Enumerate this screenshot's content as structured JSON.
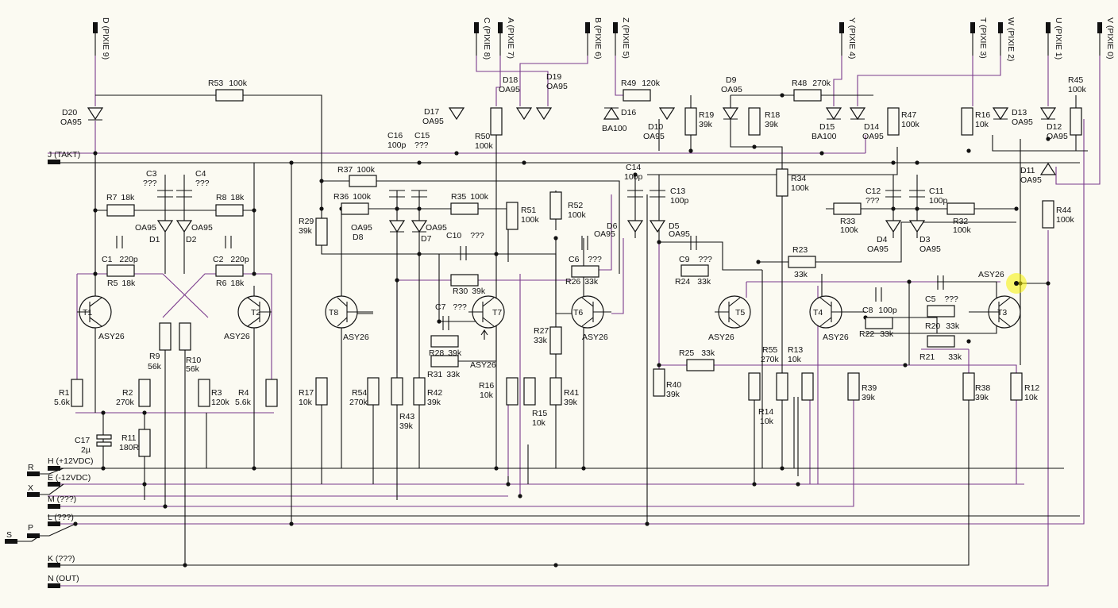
{
  "top_pins": [
    {
      "id": "pin-d",
      "label": "D (PIXIE 9)"
    },
    {
      "id": "pin-c",
      "label": "C (PIXIE 8)"
    },
    {
      "id": "pin-a",
      "label": "A (PIXIE 7)"
    },
    {
      "id": "pin-b",
      "label": "B (PIXIE 6)"
    },
    {
      "id": "pin-z",
      "label": "Z (PIXIE 5)"
    },
    {
      "id": "pin-y",
      "label": "Y (PIXIE 4)"
    },
    {
      "id": "pin-t",
      "label": "T (PIXIE 3)"
    },
    {
      "id": "pin-w",
      "label": "W (PIXIE 2)"
    },
    {
      "id": "pin-u",
      "label": "U (PIXIE 1)"
    },
    {
      "id": "pin-v",
      "label": "V (PIXIE 0)"
    }
  ],
  "left_pins": [
    {
      "id": "pin-j",
      "label": "J (TAKT)"
    },
    {
      "id": "pin-r",
      "label": "R"
    },
    {
      "id": "pin-h",
      "label": "H (+12VDC)"
    },
    {
      "id": "pin-x",
      "label": "X"
    },
    {
      "id": "pin-e",
      "label": "E (-12VDC)"
    },
    {
      "id": "pin-m",
      "label": "M (???)"
    },
    {
      "id": "pin-l",
      "label": "L (???)"
    },
    {
      "id": "pin-p",
      "label": "P"
    },
    {
      "id": "pin-s",
      "label": "S"
    },
    {
      "id": "pin-k",
      "label": "K (???)"
    },
    {
      "id": "pin-n",
      "label": "N (OUT)"
    }
  ],
  "resistors": [
    {
      "id": "R53",
      "name": "R53",
      "value": "100k"
    },
    {
      "id": "R7",
      "name": "R7",
      "value": "18k"
    },
    {
      "id": "R8",
      "name": "R8",
      "value": "18k"
    },
    {
      "id": "R5",
      "name": "R5",
      "value": "18k"
    },
    {
      "id": "R6",
      "name": "R6",
      "value": "18k"
    },
    {
      "id": "R9",
      "name": "R9",
      "value": "56k"
    },
    {
      "id": "R10",
      "name": "R10",
      "value": "56k"
    },
    {
      "id": "R1",
      "name": "R1",
      "value": "5.6k"
    },
    {
      "id": "R2",
      "name": "R2",
      "value": "270k"
    },
    {
      "id": "R3",
      "name": "R3",
      "value": "120k"
    },
    {
      "id": "R4",
      "name": "R4",
      "value": "5.6k"
    },
    {
      "id": "R11",
      "name": "R11",
      "value": "180R"
    },
    {
      "id": "R37",
      "name": "R37",
      "value": "100k"
    },
    {
      "id": "R36",
      "name": "R36",
      "value": "100k"
    },
    {
      "id": "R35",
      "name": "R35",
      "value": "100k"
    },
    {
      "id": "R29",
      "name": "R29",
      "value": "39k"
    },
    {
      "id": "R50",
      "name": "R50",
      "value": "100k"
    },
    {
      "id": "R51",
      "name": "R51",
      "value": "100k"
    },
    {
      "id": "R52",
      "name": "R52",
      "value": "100k"
    },
    {
      "id": "R30",
      "name": "R30",
      "value": "39k"
    },
    {
      "id": "R26",
      "name": "R26",
      "value": "33k"
    },
    {
      "id": "R28",
      "name": "R28",
      "value": "39k"
    },
    {
      "id": "R31",
      "name": "R31",
      "value": "33k"
    },
    {
      "id": "R27",
      "name": "R27",
      "value": "33k"
    },
    {
      "id": "R17",
      "name": "R17",
      "value": "10k"
    },
    {
      "id": "R54",
      "name": "R54",
      "value": "270k"
    },
    {
      "id": "R43",
      "name": "R43",
      "value": "39k"
    },
    {
      "id": "R42",
      "name": "R42",
      "value": "39k"
    },
    {
      "id": "R16b",
      "name": "R16",
      "value": "10k"
    },
    {
      "id": "R15",
      "name": "R15",
      "value": "10k"
    },
    {
      "id": "R41",
      "name": "R41",
      "value": "39k"
    },
    {
      "id": "R49",
      "name": "R49",
      "value": "120k"
    },
    {
      "id": "R19",
      "name": "R19",
      "value": "39k"
    },
    {
      "id": "R18",
      "name": "R18",
      "value": "39k"
    },
    {
      "id": "R48",
      "name": "R48",
      "value": "270k"
    },
    {
      "id": "R47",
      "name": "R47",
      "value": "100k"
    },
    {
      "id": "R16",
      "name": "R16",
      "value": "10k"
    },
    {
      "id": "R45",
      "name": "R45",
      "value": "100k"
    },
    {
      "id": "R34",
      "name": "R34",
      "value": "100k"
    },
    {
      "id": "R33",
      "name": "R33",
      "value": "100k"
    },
    {
      "id": "R32",
      "name": "R32",
      "value": "100k"
    },
    {
      "id": "R44",
      "name": "R44",
      "value": "100k"
    },
    {
      "id": "R23",
      "name": "R23",
      "value": "33k"
    },
    {
      "id": "R24",
      "name": "R24",
      "value": "33k"
    },
    {
      "id": "R22",
      "name": "R22",
      "value": "33k"
    },
    {
      "id": "R20",
      "name": "R20",
      "value": "33k"
    },
    {
      "id": "R21",
      "name": "R21",
      "value": "33k"
    },
    {
      "id": "R25",
      "name": "R25",
      "value": "33k"
    },
    {
      "id": "R40",
      "name": "R40",
      "value": "39k"
    },
    {
      "id": "R55",
      "name": "R55",
      "value": "270k"
    },
    {
      "id": "R13",
      "name": "R13",
      "value": "10k"
    },
    {
      "id": "R14",
      "name": "R14",
      "value": "10k"
    },
    {
      "id": "R39",
      "name": "R39",
      "value": "39k"
    },
    {
      "id": "R38",
      "name": "R38",
      "value": "39k"
    },
    {
      "id": "R12",
      "name": "R12",
      "value": "10k"
    }
  ],
  "capacitors": [
    {
      "id": "C3",
      "name": "C3",
      "value": "???"
    },
    {
      "id": "C4",
      "name": "C4",
      "value": "???"
    },
    {
      "id": "C1",
      "name": "C1",
      "value": "220p"
    },
    {
      "id": "C2",
      "name": "C2",
      "value": "220p"
    },
    {
      "id": "C17",
      "name": "C17",
      "value": "2µ"
    },
    {
      "id": "C16",
      "name": "C16",
      "value": "100p"
    },
    {
      "id": "C15",
      "name": "C15",
      "value": "???"
    },
    {
      "id": "C10",
      "name": "C10",
      "value": "???"
    },
    {
      "id": "C6",
      "name": "C6",
      "value": "???"
    },
    {
      "id": "C7",
      "name": "C7",
      "value": "???"
    },
    {
      "id": "C14",
      "name": "C14",
      "value": "100p"
    },
    {
      "id": "C13",
      "name": "C13",
      "value": "100p"
    },
    {
      "id": "C9",
      "name": "C9",
      "value": "???"
    },
    {
      "id": "C12",
      "name": "C12",
      "value": "???"
    },
    {
      "id": "C11",
      "name": "C11",
      "value": "100p"
    },
    {
      "id": "C8",
      "name": "C8",
      "value": "100p"
    },
    {
      "id": "C5",
      "name": "C5",
      "value": "???"
    }
  ],
  "diodes": [
    {
      "id": "D20",
      "name": "D20",
      "value": "OA95"
    },
    {
      "id": "D1",
      "name": "D1",
      "value": "OA95"
    },
    {
      "id": "D2",
      "name": "D2",
      "value": "OA95"
    },
    {
      "id": "D17",
      "name": "D17",
      "value": "OA95"
    },
    {
      "id": "D18",
      "name": "D18",
      "value": "OA95"
    },
    {
      "id": "D19",
      "name": "D19",
      "value": "OA95"
    },
    {
      "id": "D8",
      "name": "D8",
      "value": "OA95"
    },
    {
      "id": "D7",
      "name": "D7",
      "value": "OA95"
    },
    {
      "id": "D6",
      "name": "D6",
      "value": "OA95"
    },
    {
      "id": "D5",
      "name": "D5",
      "value": "OA95"
    },
    {
      "id": "D16",
      "name": "D16",
      "value": "BA100"
    },
    {
      "id": "D10",
      "name": "D10",
      "value": "OA95"
    },
    {
      "id": "D9",
      "name": "D9",
      "value": "OA95"
    },
    {
      "id": "D15",
      "name": "D15",
      "value": "BA100"
    },
    {
      "id": "D14",
      "name": "D14",
      "value": "OA95"
    },
    {
      "id": "D13",
      "name": "D13",
      "value": "OA95"
    },
    {
      "id": "D12",
      "name": "D12",
      "value": "OA95"
    },
    {
      "id": "D11",
      "name": "D11",
      "value": "OA95"
    },
    {
      "id": "D4",
      "name": "D4",
      "value": "OA95"
    },
    {
      "id": "D3",
      "name": "D3",
      "value": "OA95"
    }
  ],
  "transistors": [
    {
      "id": "T1",
      "name": "T1",
      "value": "ASY26"
    },
    {
      "id": "T2",
      "name": "T2",
      "value": "ASY26"
    },
    {
      "id": "T8",
      "name": "T8",
      "value": "ASY26"
    },
    {
      "id": "T7",
      "name": "T7",
      "value": "ASY26"
    },
    {
      "id": "T6",
      "name": "T6",
      "value": "ASY26"
    },
    {
      "id": "T5",
      "name": "T5",
      "value": "ASY26"
    },
    {
      "id": "T4",
      "name": "T4",
      "value": "ASY26"
    },
    {
      "id": "T3",
      "name": "T3",
      "value": "ASY26"
    }
  ],
  "colors": {
    "wire": "#111111",
    "purple_wire": "#7a3a8c",
    "background": "#fbfaf2",
    "highlight": "#f5f000"
  }
}
